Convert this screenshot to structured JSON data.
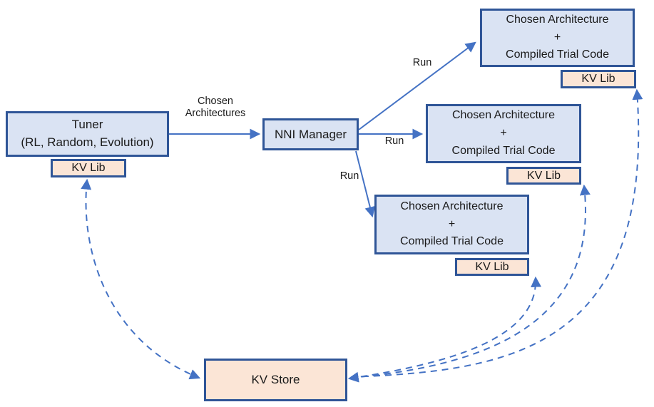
{
  "diagram": {
    "title_hint": "NNI NAS architecture flow diagram",
    "tuner": {
      "title": "Tuner",
      "subtitle": "(RL, Random, Evolution)"
    },
    "nni_manager": {
      "label": "NNI Manager"
    },
    "trial_boxes": [
      {
        "line1": "Chosen Architecture",
        "line2": "+",
        "line3": "Compiled Trial Code"
      },
      {
        "line1": "Chosen Architecture",
        "line2": "+",
        "line3": "Compiled Trial Code"
      },
      {
        "line1": "Chosen Architecture",
        "line2": "+",
        "line3": "Compiled Trial Code"
      }
    ],
    "kv_libs": [
      {
        "label": "KV Lib"
      },
      {
        "label": "KV Lib"
      },
      {
        "label": "KV Lib"
      },
      {
        "label": "KV Lib"
      }
    ],
    "kv_store": {
      "label": "KV Store"
    },
    "edge_labels": {
      "chosen_architectures": "Chosen Architectures",
      "run_top": "Run",
      "run_middle": "Run",
      "run_bottom": "Run"
    },
    "colors": {
      "box_fill_blue": "#dae3f3",
      "box_fill_peach": "#fbe5d6",
      "box_border": "#2f5597",
      "arrow": "#4472c4",
      "text": "#1a1a1a"
    }
  }
}
